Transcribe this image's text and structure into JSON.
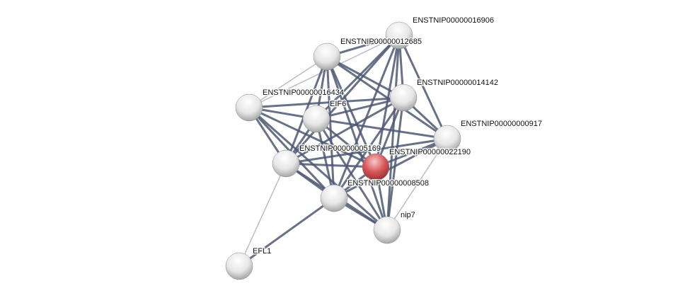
{
  "network": {
    "query_node": "ENSTNIP00000022190",
    "colors": {
      "query": "#d9595c",
      "other": "#e8e8e8",
      "edge_strong": "#4e5873",
      "edge_weak": "#b8bccb"
    },
    "nodes": [
      {
        "id": "ENSTNIP00000016906",
        "label": "ENSTNIP00000016906"
      },
      {
        "id": "ENSTNIP00000012685",
        "label": "ENSTNIP00000012685"
      },
      {
        "id": "ENSTNIP00000014142",
        "label": "ENSTNIP00000014142"
      },
      {
        "id": "ENSTNIP00000016434",
        "label": "ENSTNIP00000016434"
      },
      {
        "id": "EIF6",
        "label": "EIF6"
      },
      {
        "id": "ENSTNIP00000000917",
        "label": "ENSTNIP00000000917"
      },
      {
        "id": "ENSTNIP00000005169",
        "label": "ENSTNIP00000005169"
      },
      {
        "id": "ENSTNIP00000022190",
        "label": "ENSTNIP00000022190"
      },
      {
        "id": "ENSTNIP00000008508",
        "label": "ENSTNIP00000008508"
      },
      {
        "id": "nip7",
        "label": "nip7"
      },
      {
        "id": "EFL1",
        "label": "EFL1"
      }
    ],
    "edges": [
      [
        "ENSTNIP00000016906",
        "ENSTNIP00000012685",
        "strong"
      ],
      [
        "ENSTNIP00000016906",
        "ENSTNIP00000014142",
        "strong"
      ],
      [
        "ENSTNIP00000016906",
        "EIF6",
        "strong"
      ],
      [
        "ENSTNIP00000016906",
        "ENSTNIP00000005169",
        "strong"
      ],
      [
        "ENSTNIP00000016906",
        "ENSTNIP00000022190",
        "strong"
      ],
      [
        "ENSTNIP00000016906",
        "ENSTNIP00000008508",
        "strong"
      ],
      [
        "ENSTNIP00000016906",
        "nip7",
        "strong"
      ],
      [
        "ENSTNIP00000016906",
        "ENSTNIP00000000917",
        "strong"
      ],
      [
        "ENSTNIP00000016906",
        "ENSTNIP00000016434",
        "weak"
      ],
      [
        "ENSTNIP00000012685",
        "ENSTNIP00000014142",
        "strong"
      ],
      [
        "ENSTNIP00000012685",
        "ENSTNIP00000016434",
        "weak"
      ],
      [
        "ENSTNIP00000012685",
        "EIF6",
        "strong"
      ],
      [
        "ENSTNIP00000012685",
        "ENSTNIP00000005169",
        "strong"
      ],
      [
        "ENSTNIP00000012685",
        "ENSTNIP00000022190",
        "strong"
      ],
      [
        "ENSTNIP00000012685",
        "ENSTNIP00000008508",
        "strong"
      ],
      [
        "ENSTNIP00000012685",
        "nip7",
        "strong"
      ],
      [
        "ENSTNIP00000012685",
        "ENSTNIP00000000917",
        "strong"
      ],
      [
        "ENSTNIP00000014142",
        "EIF6",
        "strong"
      ],
      [
        "ENSTNIP00000014142",
        "ENSTNIP00000016434",
        "strong"
      ],
      [
        "ENSTNIP00000014142",
        "ENSTNIP00000005169",
        "strong"
      ],
      [
        "ENSTNIP00000014142",
        "ENSTNIP00000022190",
        "strong"
      ],
      [
        "ENSTNIP00000014142",
        "ENSTNIP00000008508",
        "strong"
      ],
      [
        "ENSTNIP00000014142",
        "nip7",
        "strong"
      ],
      [
        "ENSTNIP00000014142",
        "ENSTNIP00000000917",
        "strong"
      ],
      [
        "ENSTNIP00000016434",
        "EIF6",
        "strong"
      ],
      [
        "ENSTNIP00000016434",
        "ENSTNIP00000005169",
        "strong"
      ],
      [
        "ENSTNIP00000016434",
        "ENSTNIP00000008508",
        "strong"
      ],
      [
        "ENSTNIP00000016434",
        "ENSTNIP00000022190",
        "strong"
      ],
      [
        "ENSTNIP00000016434",
        "nip7",
        "strong"
      ],
      [
        "EIF6",
        "ENSTNIP00000005169",
        "strong"
      ],
      [
        "EIF6",
        "ENSTNIP00000022190",
        "strong"
      ],
      [
        "EIF6",
        "ENSTNIP00000008508",
        "strong"
      ],
      [
        "EIF6",
        "nip7",
        "strong"
      ],
      [
        "EIF6",
        "ENSTNIP00000000917",
        "strong"
      ],
      [
        "ENSTNIP00000000917",
        "ENSTNIP00000005169",
        "strong"
      ],
      [
        "ENSTNIP00000000917",
        "ENSTNIP00000022190",
        "strong"
      ],
      [
        "ENSTNIP00000000917",
        "ENSTNIP00000008508",
        "strong"
      ],
      [
        "ENSTNIP00000000917",
        "nip7",
        "weak"
      ],
      [
        "ENSTNIP00000005169",
        "ENSTNIP00000022190",
        "strong"
      ],
      [
        "ENSTNIP00000005169",
        "ENSTNIP00000008508",
        "strong"
      ],
      [
        "ENSTNIP00000005169",
        "nip7",
        "strong"
      ],
      [
        "ENSTNIP00000005169",
        "EFL1",
        "weak"
      ],
      [
        "ENSTNIP00000022190",
        "ENSTNIP00000008508",
        "strong"
      ],
      [
        "ENSTNIP00000022190",
        "nip7",
        "strong"
      ],
      [
        "ENSTNIP00000008508",
        "nip7",
        "strong"
      ],
      [
        "ENSTNIP00000008508",
        "EFL1",
        "strong"
      ]
    ]
  }
}
